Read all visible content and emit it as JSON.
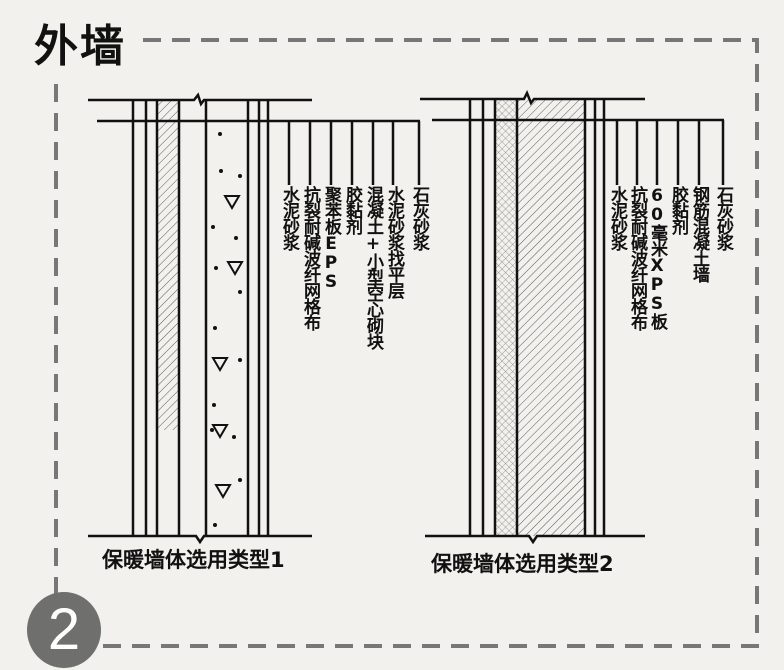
{
  "title": "外墙",
  "badge": "2",
  "diagram1": {
    "caption": "保暖墙体选用类型1",
    "labels": [
      "水泥砂浆",
      "抗裂耐碱波纤网格布",
      "聚苯板EPS",
      "胶黏剂",
      "混凝土+小型空心砌块",
      "水泥砂浆找平层",
      "石灰砂浆"
    ]
  },
  "diagram2": {
    "caption": "保暖墙体选用类型2",
    "labels": [
      "水泥砂浆",
      "抗裂耐碱波纤网格布",
      "60毫米XPS板",
      "胶黏剂",
      "钢筋混凝土墙",
      "石灰砂浆"
    ]
  },
  "colors": {
    "background": "#f2f1ed",
    "frame": "#777777",
    "badge": "#6f706e",
    "ink": "#111111"
  }
}
